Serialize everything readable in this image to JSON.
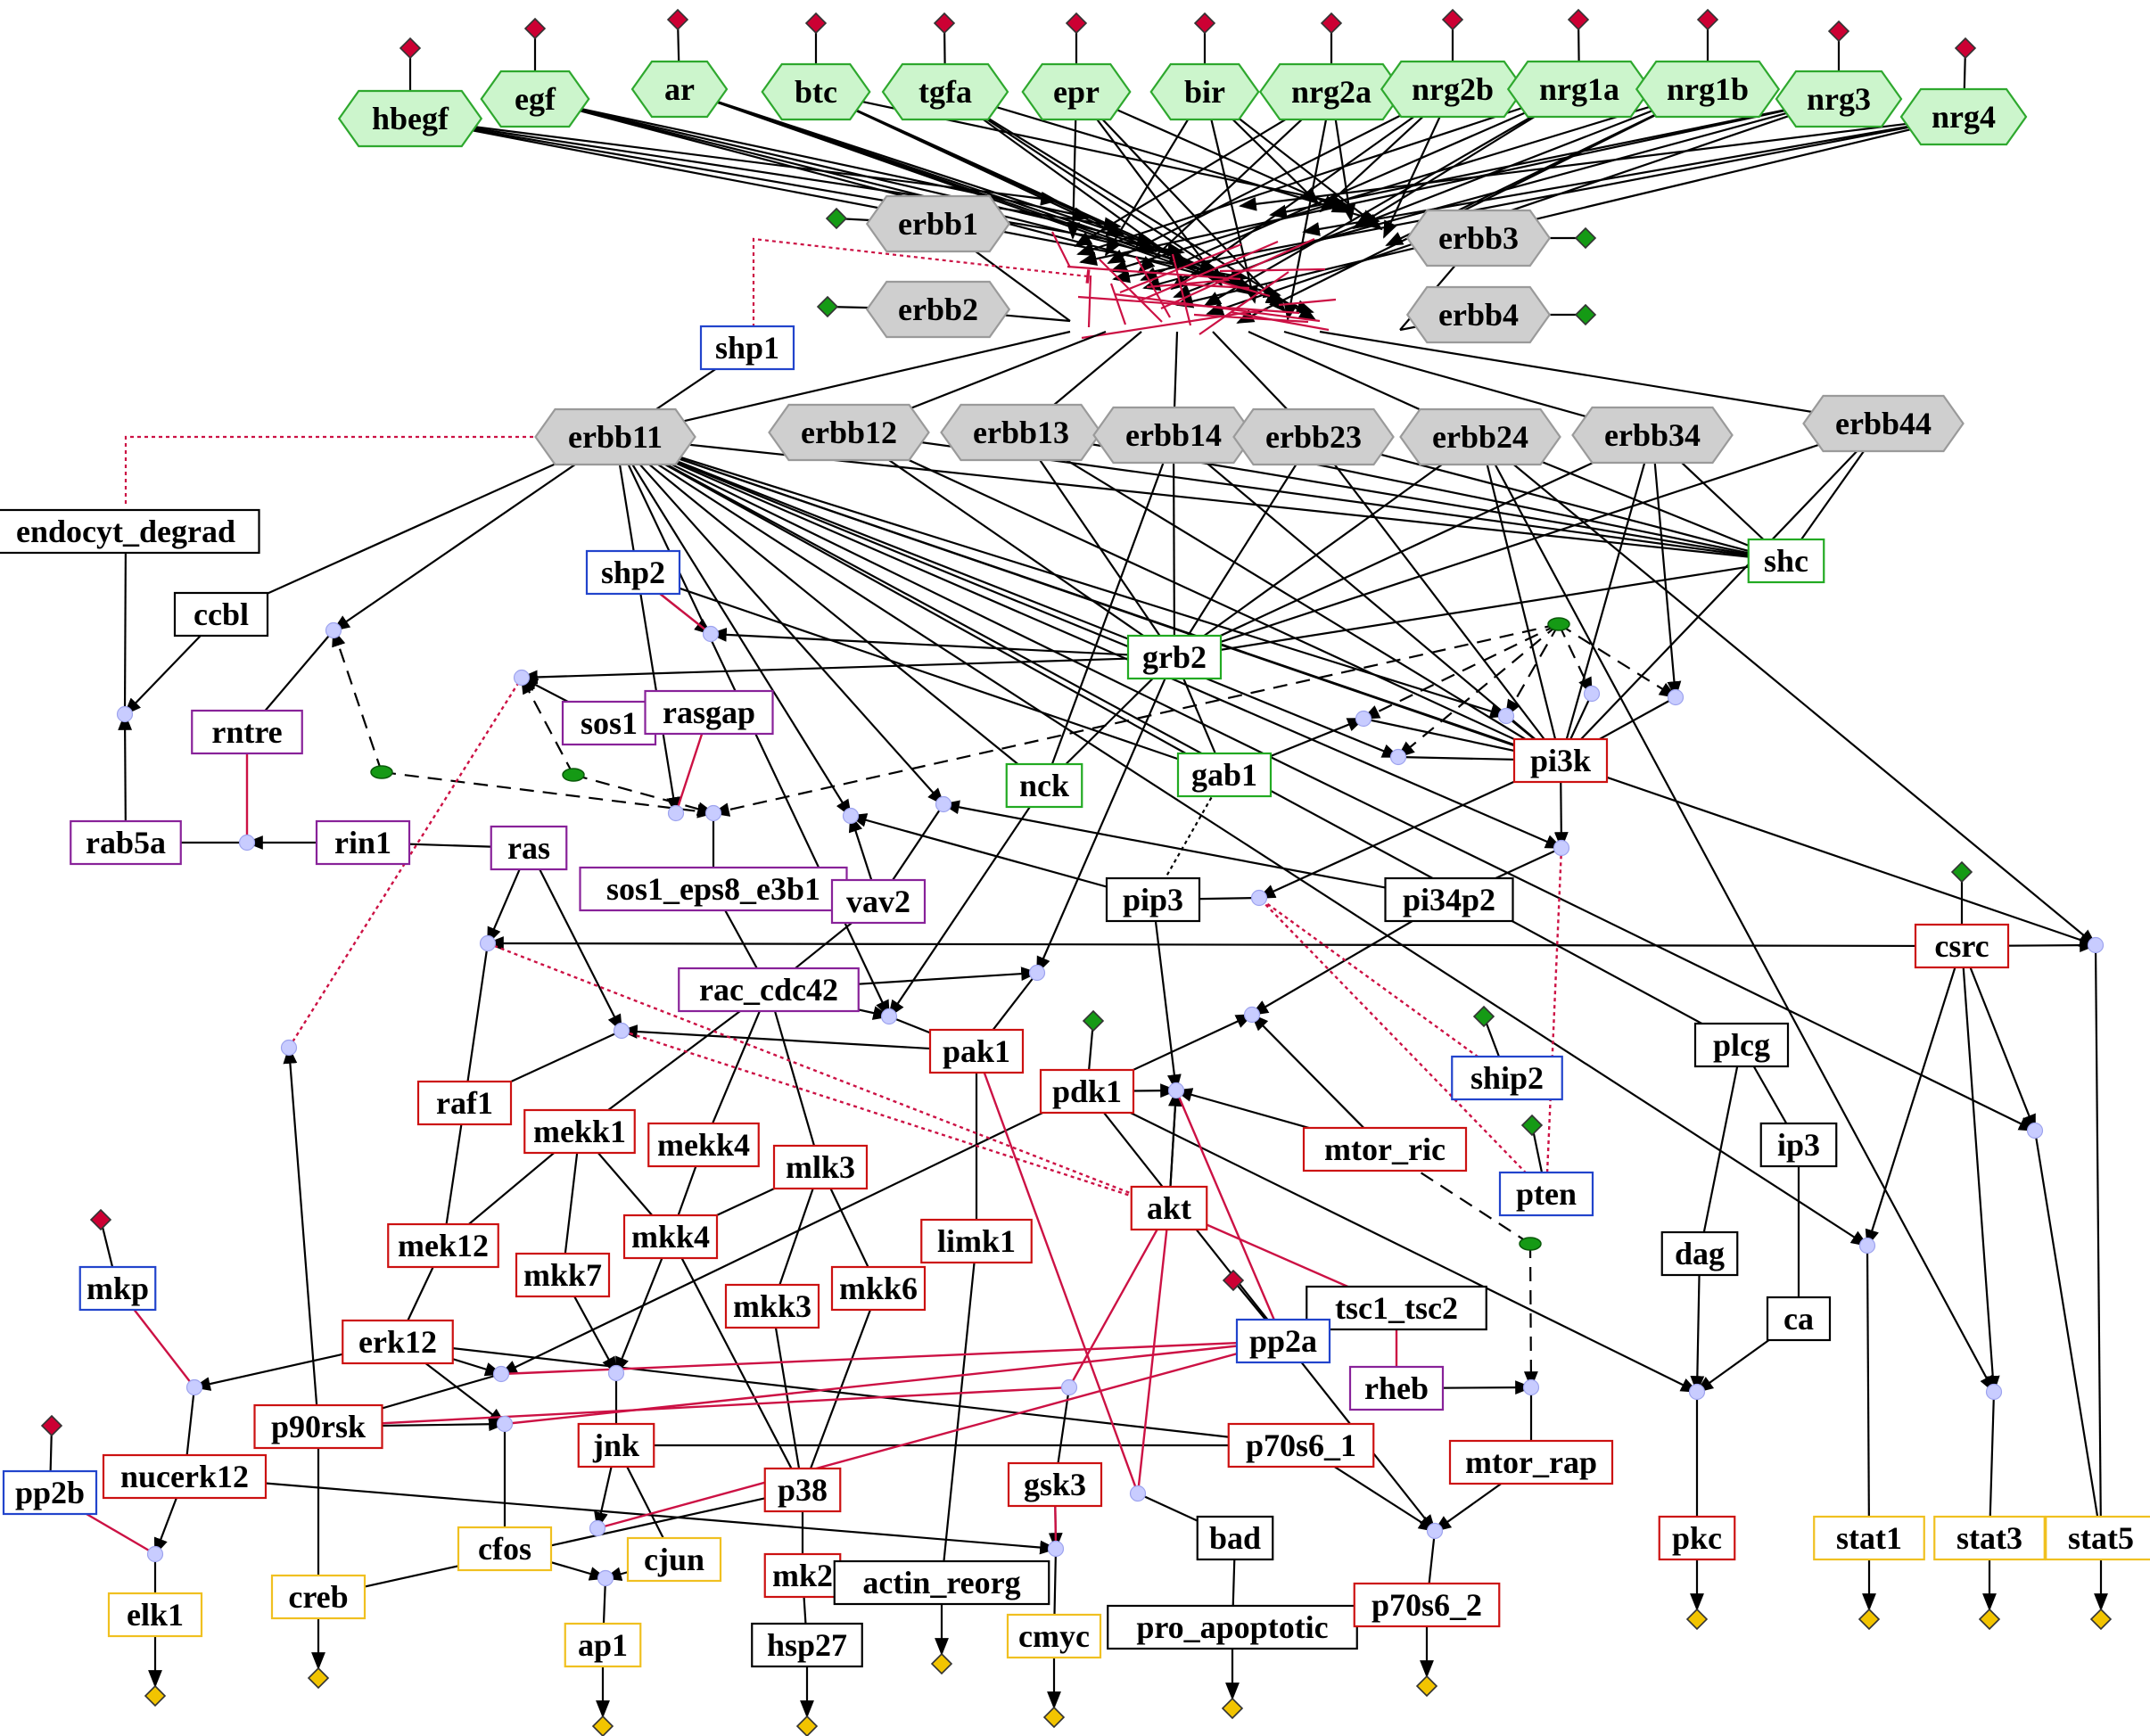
{
  "colors": {
    "ligand_fill": "#ccf5cc",
    "ligand_stroke": "#2ea82e",
    "receptor_fill": "#cfcfcf",
    "receptor_stroke": "#9a9a9a",
    "input_diamond": "#cc0033",
    "receptor_input": "#159a15",
    "output_diamond": "#f2c400",
    "black_box": "#000000",
    "green_box": "#22aa22",
    "blue_box": "#2244cc",
    "purple_box": "#882299",
    "red_box": "#cc1111",
    "yellow_box": "#f0c020",
    "inhibition": "#cc1144",
    "junction": "#c8ccff"
  },
  "nodes": [
    {
      "id": "hbegf",
      "label": "hbegf",
      "shape": "hex",
      "style": "ligand"
    },
    {
      "id": "egf",
      "label": "egf",
      "shape": "hex",
      "style": "ligand"
    },
    {
      "id": "ar",
      "label": "ar",
      "shape": "hex",
      "style": "ligand"
    },
    {
      "id": "btc",
      "label": "btc",
      "shape": "hex",
      "style": "ligand"
    },
    {
      "id": "tgfa",
      "label": "tgfa",
      "shape": "hex",
      "style": "ligand"
    },
    {
      "id": "epr",
      "label": "epr",
      "shape": "hex",
      "style": "ligand"
    },
    {
      "id": "bir",
      "label": "bir",
      "shape": "hex",
      "style": "ligand"
    },
    {
      "id": "nrg2a",
      "label": "nrg2a",
      "shape": "hex",
      "style": "ligand"
    },
    {
      "id": "nrg2b",
      "label": "nrg2b",
      "shape": "hex",
      "style": "ligand"
    },
    {
      "id": "nrg1a",
      "label": "nrg1a",
      "shape": "hex",
      "style": "ligand"
    },
    {
      "id": "nrg1b",
      "label": "nrg1b",
      "shape": "hex",
      "style": "ligand"
    },
    {
      "id": "nrg3",
      "label": "nrg3",
      "shape": "hex",
      "style": "ligand"
    },
    {
      "id": "nrg4",
      "label": "nrg4",
      "shape": "hex",
      "style": "ligand"
    },
    {
      "id": "erbb1",
      "label": "erbb1",
      "shape": "hex",
      "style": "receptor"
    },
    {
      "id": "erbb2",
      "label": "erbb2",
      "shape": "hex",
      "style": "receptor"
    },
    {
      "id": "erbb3",
      "label": "erbb3",
      "shape": "hex",
      "style": "receptor"
    },
    {
      "id": "erbb4",
      "label": "erbb4",
      "shape": "hex",
      "style": "receptor"
    },
    {
      "id": "erbb11",
      "label": "erbb11",
      "shape": "hex",
      "style": "receptor"
    },
    {
      "id": "erbb12",
      "label": "erbb12",
      "shape": "hex",
      "style": "receptor"
    },
    {
      "id": "erbb13",
      "label": "erbb13",
      "shape": "hex",
      "style": "receptor"
    },
    {
      "id": "erbb14",
      "label": "erbb14",
      "shape": "hex",
      "style": "receptor"
    },
    {
      "id": "erbb23",
      "label": "erbb23",
      "shape": "hex",
      "style": "receptor"
    },
    {
      "id": "erbb24",
      "label": "erbb24",
      "shape": "hex",
      "style": "receptor"
    },
    {
      "id": "erbb34",
      "label": "erbb34",
      "shape": "hex",
      "style": "receptor"
    },
    {
      "id": "erbb44",
      "label": "erbb44",
      "shape": "hex",
      "style": "receptor"
    },
    {
      "id": "shp1",
      "label": "shp1",
      "shape": "box",
      "style": "blue"
    },
    {
      "id": "endocyt_degrad",
      "label": "endocyt_degrad",
      "shape": "box",
      "style": "black"
    },
    {
      "id": "ccbl",
      "label": "ccbl",
      "shape": "box",
      "style": "black"
    },
    {
      "id": "shp2",
      "label": "shp2",
      "shape": "box",
      "style": "blue"
    },
    {
      "id": "rntre",
      "label": "rntre",
      "shape": "box",
      "style": "purple"
    },
    {
      "id": "sos1",
      "label": "sos1",
      "shape": "box",
      "style": "purple"
    },
    {
      "id": "rasgap",
      "label": "rasgap",
      "shape": "box",
      "style": "purple"
    },
    {
      "id": "grb2",
      "label": "grb2",
      "shape": "box",
      "style": "green"
    },
    {
      "id": "shc",
      "label": "shc",
      "shape": "box",
      "style": "green"
    },
    {
      "id": "nck",
      "label": "nck",
      "shape": "box",
      "style": "green"
    },
    {
      "id": "gab1",
      "label": "gab1",
      "shape": "box",
      "style": "green"
    },
    {
      "id": "pi3k",
      "label": "pi3k",
      "shape": "box",
      "style": "red"
    },
    {
      "id": "rab5a",
      "label": "rab5a",
      "shape": "box",
      "style": "purple"
    },
    {
      "id": "rin1",
      "label": "rin1",
      "shape": "box",
      "style": "purple"
    },
    {
      "id": "ras",
      "label": "ras",
      "shape": "box",
      "style": "purple"
    },
    {
      "id": "sos1_eps8_e3b1",
      "label": "sos1_eps8_e3b1",
      "shape": "box",
      "style": "purple"
    },
    {
      "id": "vav2",
      "label": "vav2",
      "shape": "box",
      "style": "purple"
    },
    {
      "id": "pip3",
      "label": "pip3",
      "shape": "box",
      "style": "black"
    },
    {
      "id": "pi34p2",
      "label": "pi34p2",
      "shape": "box",
      "style": "black"
    },
    {
      "id": "csrc",
      "label": "csrc",
      "shape": "box",
      "style": "red"
    },
    {
      "id": "rac_cdc42",
      "label": "rac_cdc42",
      "shape": "box",
      "style": "purple"
    },
    {
      "id": "pak1",
      "label": "pak1",
      "shape": "box",
      "style": "red"
    },
    {
      "id": "pdk1",
      "label": "pdk1",
      "shape": "box",
      "style": "red"
    },
    {
      "id": "ship2",
      "label": "ship2",
      "shape": "box",
      "style": "blue"
    },
    {
      "id": "plcg",
      "label": "plcg",
      "shape": "box",
      "style": "black"
    },
    {
      "id": "raf1",
      "label": "raf1",
      "shape": "box",
      "style": "red"
    },
    {
      "id": "mekk1",
      "label": "mekk1",
      "shape": "box",
      "style": "red"
    },
    {
      "id": "mekk4",
      "label": "mekk4",
      "shape": "box",
      "style": "red"
    },
    {
      "id": "mlk3",
      "label": "mlk3",
      "shape": "box",
      "style": "red"
    },
    {
      "id": "mtor_ric",
      "label": "mtor_ric",
      "shape": "box",
      "style": "red"
    },
    {
      "id": "pten",
      "label": "pten",
      "shape": "box",
      "style": "blue"
    },
    {
      "id": "ip3",
      "label": "ip3",
      "shape": "box",
      "style": "black"
    },
    {
      "id": "akt",
      "label": "akt",
      "shape": "box",
      "style": "red"
    },
    {
      "id": "mek12",
      "label": "mek12",
      "shape": "box",
      "style": "red"
    },
    {
      "id": "mkk4",
      "label": "mkk4",
      "shape": "box",
      "style": "red"
    },
    {
      "id": "limk1",
      "label": "limk1",
      "shape": "box",
      "style": "red"
    },
    {
      "id": "dag",
      "label": "dag",
      "shape": "box",
      "style": "black"
    },
    {
      "id": "mkk7",
      "label": "mkk7",
      "shape": "box",
      "style": "red"
    },
    {
      "id": "mkk3",
      "label": "mkk3",
      "shape": "box",
      "style": "red"
    },
    {
      "id": "mkk6",
      "label": "mkk6",
      "shape": "box",
      "style": "red"
    },
    {
      "id": "tsc1_tsc2",
      "label": "tsc1_tsc2",
      "shape": "box",
      "style": "black"
    },
    {
      "id": "mkp",
      "label": "mkp",
      "shape": "box",
      "style": "blue"
    },
    {
      "id": "erk12",
      "label": "erk12",
      "shape": "box",
      "style": "red"
    },
    {
      "id": "pp2a",
      "label": "pp2a",
      "shape": "box",
      "style": "blue"
    },
    {
      "id": "ca",
      "label": "ca",
      "shape": "box",
      "style": "black"
    },
    {
      "id": "rheb",
      "label": "rheb",
      "shape": "box",
      "style": "purple"
    },
    {
      "id": "p90rsk",
      "label": "p90rsk",
      "shape": "box",
      "style": "red"
    },
    {
      "id": "jnk",
      "label": "jnk",
      "shape": "box",
      "style": "red"
    },
    {
      "id": "p70s6_1",
      "label": "p70s6_1",
      "shape": "box",
      "style": "red"
    },
    {
      "id": "mtor_rap",
      "label": "mtor_rap",
      "shape": "box",
      "style": "red"
    },
    {
      "id": "pp2b",
      "label": "pp2b",
      "shape": "box",
      "style": "blue"
    },
    {
      "id": "nucerk12",
      "label": "nucerk12",
      "shape": "box",
      "style": "red"
    },
    {
      "id": "gsk3",
      "label": "gsk3",
      "shape": "box",
      "style": "red"
    },
    {
      "id": "p38",
      "label": "p38",
      "shape": "box",
      "style": "red"
    },
    {
      "id": "bad",
      "label": "bad",
      "shape": "box",
      "style": "black"
    },
    {
      "id": "pkc",
      "label": "pkc",
      "shape": "box",
      "style": "red"
    },
    {
      "id": "stat1",
      "label": "stat1",
      "shape": "box",
      "style": "yellow"
    },
    {
      "id": "stat3",
      "label": "stat3",
      "shape": "box",
      "style": "yellow"
    },
    {
      "id": "stat5",
      "label": "stat5",
      "shape": "box",
      "style": "yellow"
    },
    {
      "id": "cfos",
      "label": "cfos",
      "shape": "box",
      "style": "yellow"
    },
    {
      "id": "cjun",
      "label": "cjun",
      "shape": "box",
      "style": "yellow"
    },
    {
      "id": "mk2",
      "label": "mk2",
      "shape": "box",
      "style": "red"
    },
    {
      "id": "actin_reorg",
      "label": "actin_reorg",
      "shape": "box",
      "style": "black"
    },
    {
      "id": "elk1",
      "label": "elk1",
      "shape": "box",
      "style": "yellow"
    },
    {
      "id": "creb",
      "label": "creb",
      "shape": "box",
      "style": "yellow"
    },
    {
      "id": "ap1",
      "label": "ap1",
      "shape": "box",
      "style": "yellow"
    },
    {
      "id": "hsp27",
      "label": "hsp27",
      "shape": "box",
      "style": "black"
    },
    {
      "id": "cmyc",
      "label": "cmyc",
      "shape": "box",
      "style": "yellow"
    },
    {
      "id": "pro_apoptotic",
      "label": "pro_apoptotic",
      "shape": "box",
      "style": "black"
    },
    {
      "id": "p70s6_2",
      "label": "p70s6_2",
      "shape": "box",
      "style": "red"
    }
  ]
}
